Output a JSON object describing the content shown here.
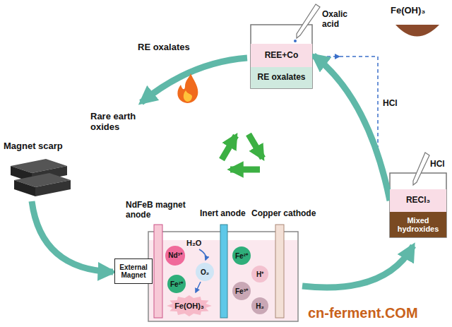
{
  "diagram": {
    "nodes": [
      {
        "text": [
          "REE+Co"
        ]
      },
      {
        "text": [
          "RE oxalates"
        ]
      },
      {
        "text": [
          "RECl₃"
        ]
      },
      {
        "text": [
          "Mixed hydroxides"
        ]
      },
      {
        "text": [
          "External Magnet"
        ]
      },
      {
        "text": [
          "Nd³⁺"
        ]
      },
      {
        "text": [
          "Fe²⁺"
        ]
      },
      {
        "text": [
          "O₂"
        ]
      },
      {
        "text": [
          "Fe(OH)₃"
        ]
      },
      {
        "text": [
          "Fe²⁺"
        ]
      },
      {
        "text": [
          "H⁺"
        ]
      },
      {
        "text": [
          "Fe³⁺"
        ]
      },
      {
        "text": [
          "H₂"
        ]
      }
    ],
    "edges": [
      {
        "from": 2,
        "to": 0,
        "arrow": "to"
      }
    ],
    "labels": [
      "RE oxalates",
      "Oxalic acid",
      "Fe(OH)₃",
      "HCl",
      "Rare earth oxides",
      "Magnet scarp",
      "HCl",
      "NdFeB magnet anode",
      "Inert anode",
      "Copper cathode",
      "H₂O",
      "cn-ferment.COM"
    ]
  }
}
